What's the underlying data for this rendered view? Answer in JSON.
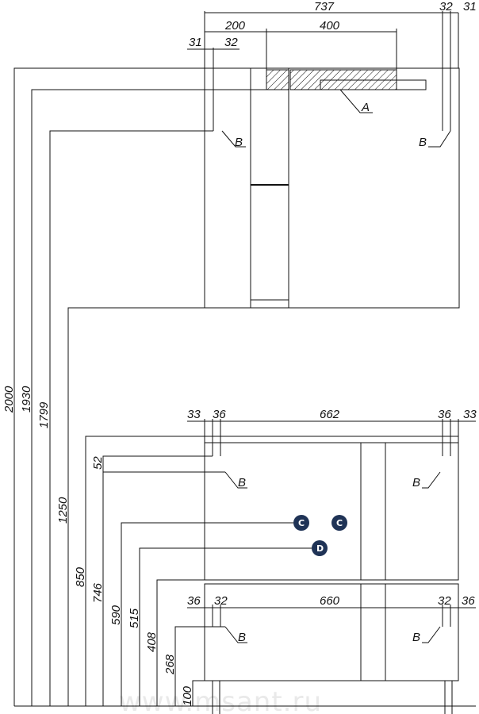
{
  "upper_cabinet": {
    "width_labels": {
      "overall": "737",
      "left_section": "200",
      "shelf": "400",
      "left_side_a": "31",
      "left_side_b": "32",
      "right_side_a": "32",
      "right_side_b": "31"
    },
    "height_labels": {
      "total": "2000",
      "top": "1930",
      "inner": "1799",
      "bottom": "1250"
    },
    "markers": {
      "a": "A",
      "b_left": "B",
      "b_right": "B"
    }
  },
  "lower_cabinet": {
    "width_labels": {
      "left_a": "33",
      "left_b": "36",
      "main": "662",
      "right_b": "36",
      "right_a": "33"
    },
    "bottom_width_labels": {
      "left_a": "36",
      "left_b": "32",
      "main": "660",
      "right_b": "32",
      "right_a": "36"
    },
    "height_labels": {
      "h850": "850",
      "h746": "746",
      "h52": "52",
      "h590": "590",
      "h515": "515",
      "h408": "408",
      "h268": "268",
      "h100": "100"
    },
    "markers": {
      "b1": "B",
      "b2": "B",
      "b3": "B",
      "b4": "B",
      "c1": "C",
      "c2": "C",
      "d": "D"
    }
  },
  "badge_color": "#1f3356",
  "watermark": "www.msant.ru"
}
